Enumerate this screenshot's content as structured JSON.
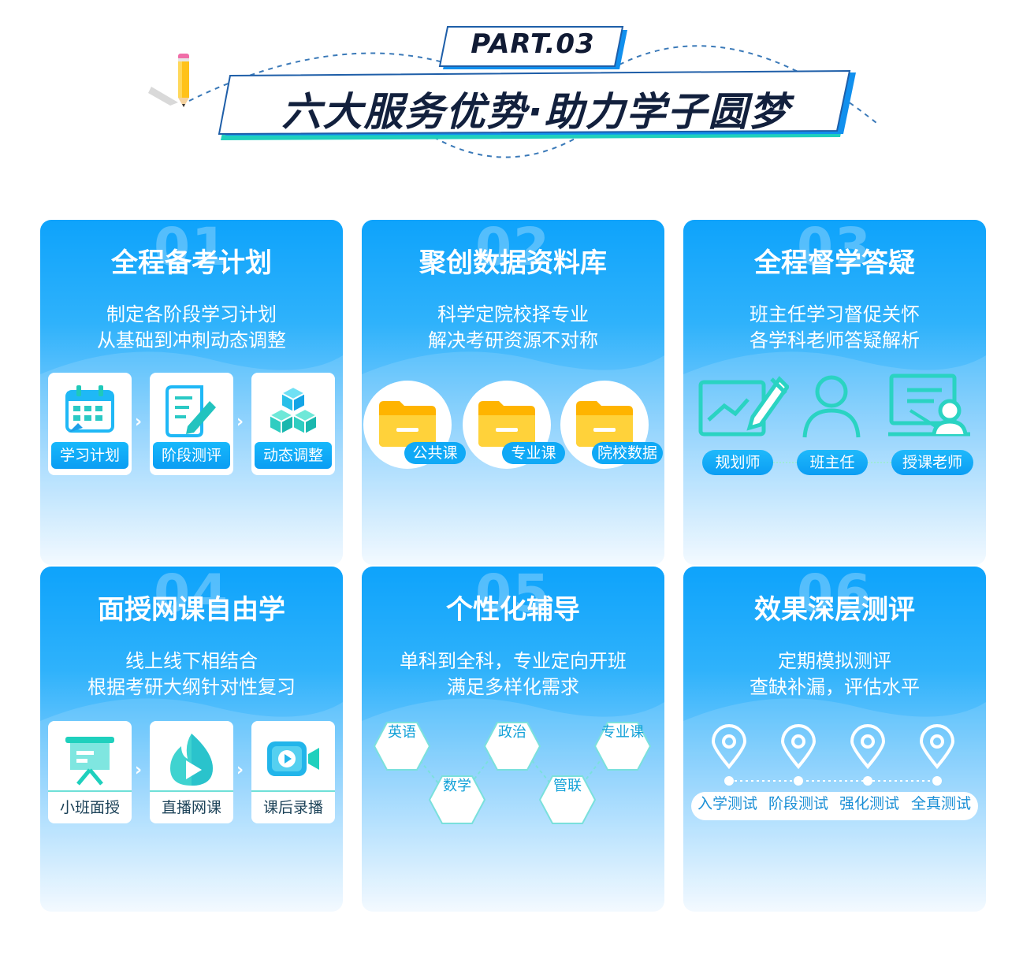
{
  "header": {
    "part": "PART.03",
    "banner": "六大服务优势·助力学子圆梦"
  },
  "colors": {
    "accent": "#0ea3fb",
    "teal": "#1fd0bd",
    "dark": "#12203d"
  },
  "cards": [
    {
      "num": "01",
      "title": "全程备考计划",
      "desc": [
        "制定各阶段学习计划",
        "从基础到冲刺动态调整"
      ],
      "items": [
        "学习计划",
        "阶段测评",
        "动态调整"
      ],
      "icons": [
        "calendar-icon",
        "document-pen-icon",
        "cubes-icon"
      ]
    },
    {
      "num": "02",
      "title": "聚创数据资料库",
      "desc": [
        "科学定院校择专业",
        "解决考研资源不对称"
      ],
      "items": [
        "公共课",
        "专业课",
        "院校数据"
      ],
      "icons": [
        "folder-icon",
        "folder-icon",
        "folder-icon"
      ]
    },
    {
      "num": "03",
      "title": "全程督学答疑",
      "desc": [
        "班主任学习督促关怀",
        "各学科老师答疑解析"
      ],
      "items": [
        "规划师",
        "班主任",
        "授课老师"
      ],
      "icons": [
        "planning-chart-icon",
        "person-icon",
        "teacher-board-icon"
      ]
    },
    {
      "num": "04",
      "title": "面授网课自由学",
      "desc": [
        "线上线下相结合",
        "根据考研大纲针对性复习"
      ],
      "items": [
        "小班面授",
        "直播网课",
        "课后录播"
      ],
      "icons": [
        "presentation-board-icon",
        "live-flame-icon",
        "video-camera-icon"
      ]
    },
    {
      "num": "05",
      "title": "个性化辅导",
      "desc": [
        "单科到全科，专业定向开班",
        "满足多样化需求"
      ],
      "items": [
        "英语",
        "政治",
        "专业课",
        "数学",
        "管联"
      ]
    },
    {
      "num": "06",
      "title": "效果深层测评",
      "desc": [
        "定期模拟测评",
        "查缺补漏，评估水平"
      ],
      "items": [
        "入学测试",
        "阶段测试",
        "强化测试",
        "全真测试"
      ],
      "icons": [
        "location-pin-icon",
        "location-pin-icon",
        "location-pin-icon",
        "location-pin-icon"
      ]
    }
  ]
}
